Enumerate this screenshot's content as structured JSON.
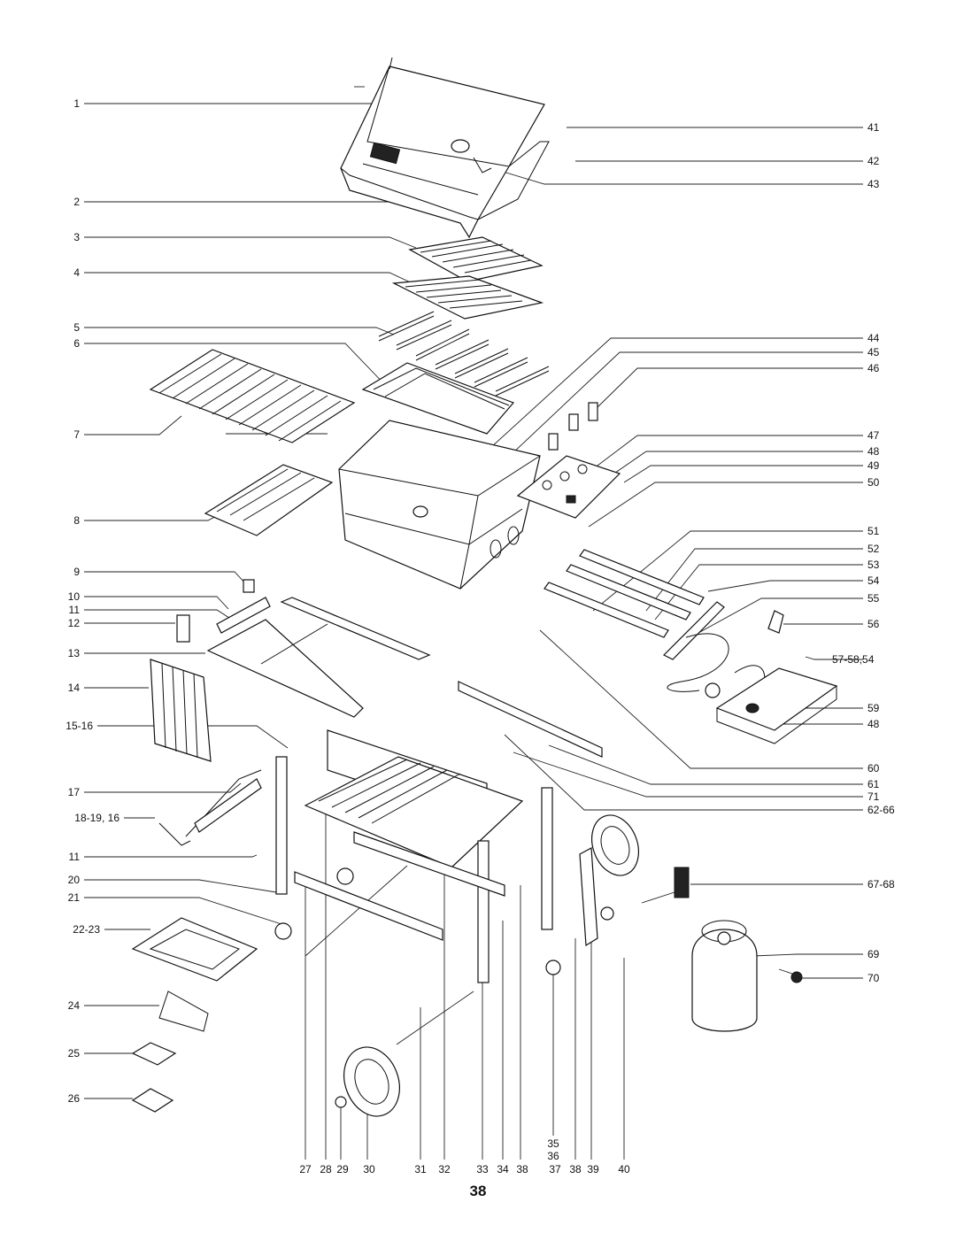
{
  "page_number": "38",
  "left_callouts": [
    "1",
    "2",
    "3",
    "4",
    "5",
    "6",
    "7",
    "8",
    "9",
    "10",
    "11",
    "12",
    "13",
    "14",
    "15-16",
    "17",
    "18-19, 16",
    "11",
    "20",
    "21",
    "22-23",
    "24",
    "25",
    "26"
  ],
  "right_callouts": [
    "41",
    "42",
    "43",
    "44",
    "45",
    "46",
    "47",
    "48",
    "49",
    "50",
    "51",
    "52",
    "53",
    "54",
    "55",
    "56",
    "57-58,54",
    "59",
    "48",
    "60",
    "61",
    "71",
    "62-66",
    "67-68",
    "69",
    "70"
  ],
  "bottom_callouts": [
    "27",
    "28",
    "29",
    "30",
    "31",
    "32",
    "33",
    "34",
    "38",
    "35",
    "36",
    "37",
    "38",
    "39",
    "40"
  ]
}
